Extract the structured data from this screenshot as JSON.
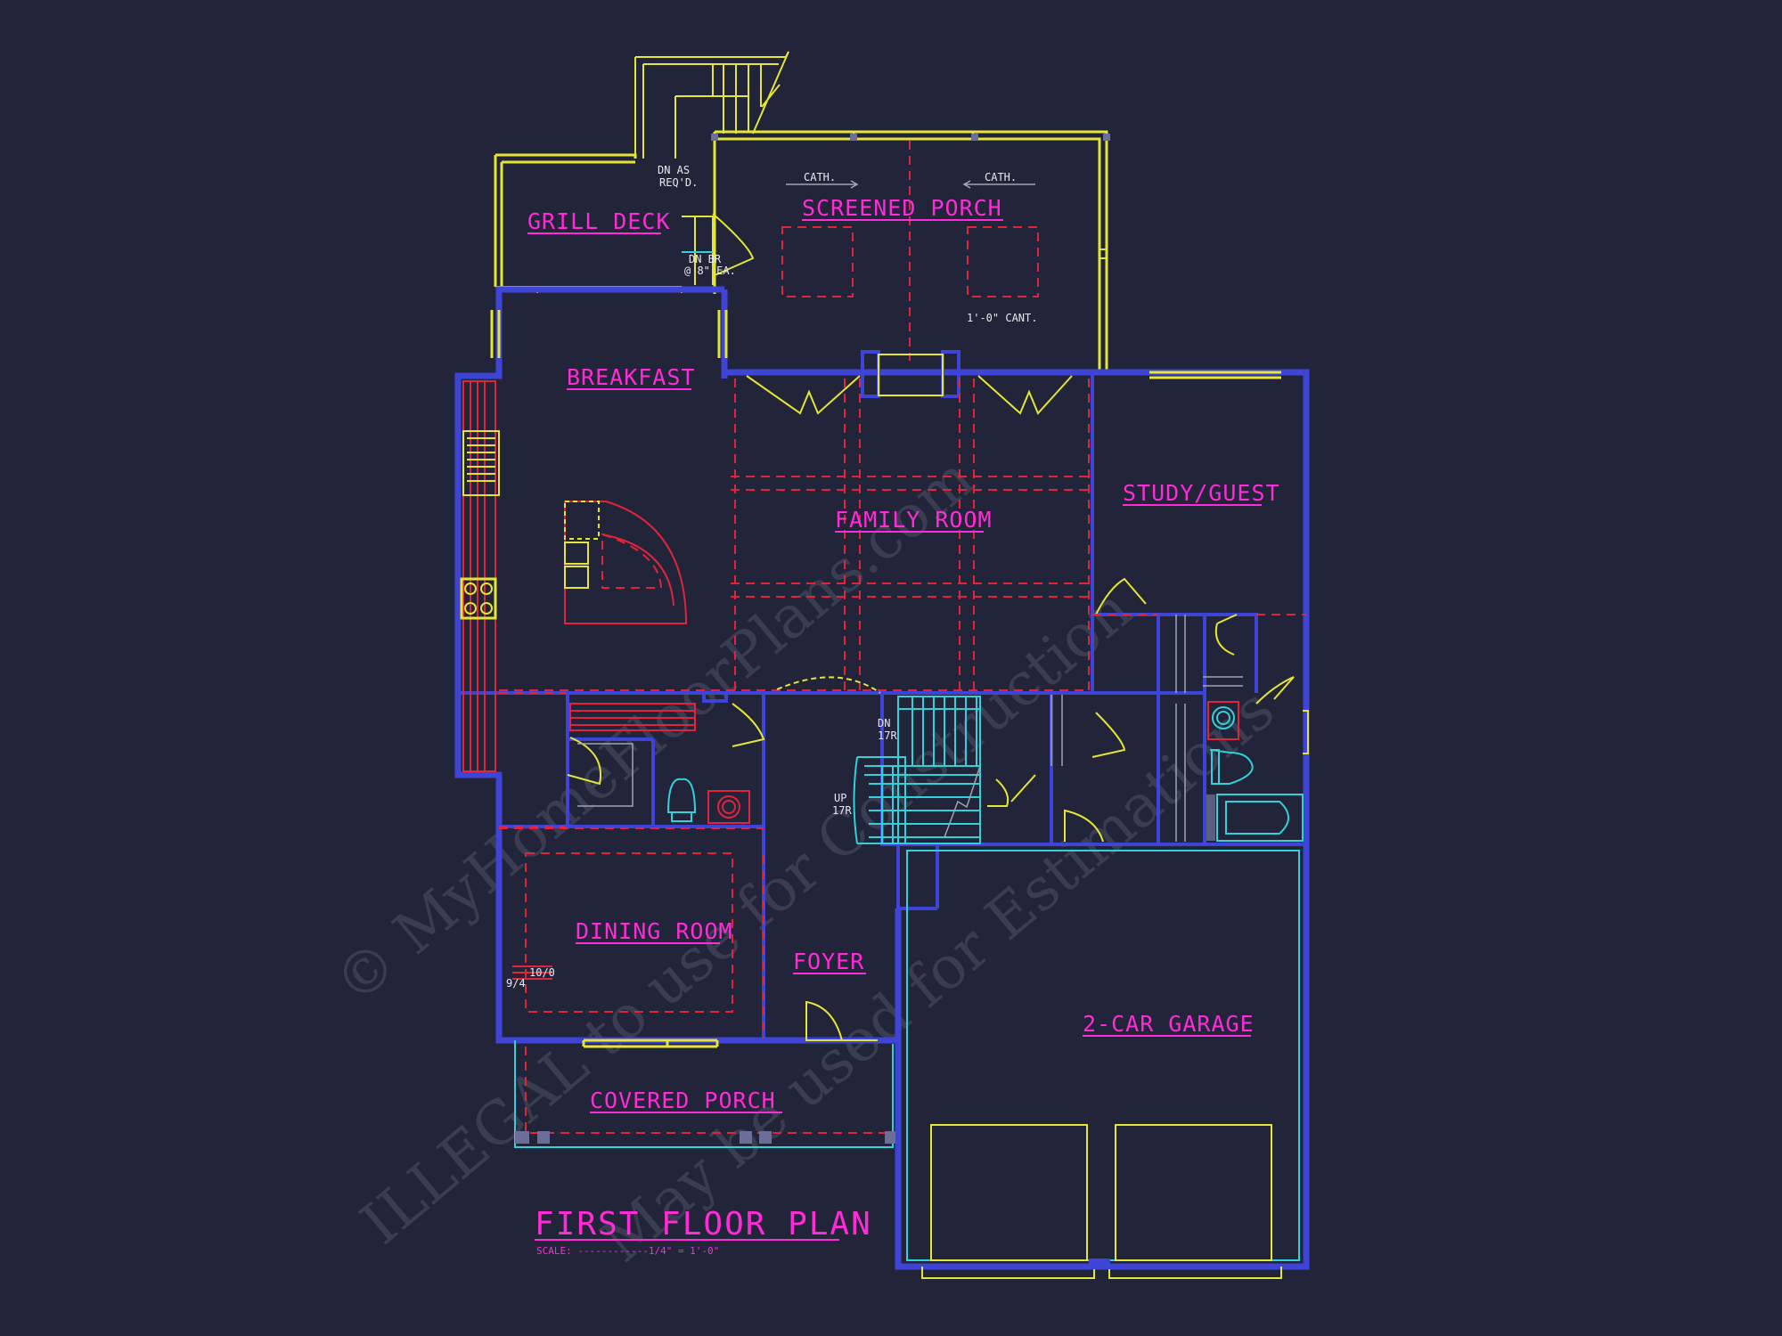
{
  "title": {
    "main": "FIRST FLOOR PLAN",
    "scale": "SCALE: ------------1/4\" = 1'-0\""
  },
  "rooms": {
    "grill_deck": "GRILL DECK",
    "screened_porch": "SCREENED PORCH",
    "breakfast": "BREAKFAST",
    "family_room": "FAMILY ROOM",
    "study_guest": "STUDY/GUEST",
    "dining_room": "DINING ROOM",
    "foyer": "FOYER",
    "covered_porch": "COVERED PORCH",
    "garage": "2-CAR GARAGE"
  },
  "notes": {
    "dn_as_1": "DN AS",
    "dn_as_2": "REQ'D.",
    "dn_br_1": "DN BR",
    "dn_br_2": "@ 8\" EA.",
    "cath_left": "CATH.",
    "cath_right": "CATH.",
    "cant": "1'-0\" CANT.",
    "dn_stair_1": "DN",
    "dn_stair_2": "17R",
    "up_stair_1": "UP",
    "up_stair_2": "17R",
    "win_a": "10/0",
    "win_b": "9/4"
  },
  "watermark": {
    "line1": "© MyHomeFloorPlans.com",
    "line2": "ILLEGAL to use for Construction",
    "line3": "May be used for Estimations"
  },
  "colors": {
    "background": "#22253a",
    "walls": "#3d44d6",
    "labels": "#ff2bd6",
    "fixtures": "#e4e536",
    "hidden_lines": "#e0243a",
    "stairs": "#2fd2d8"
  }
}
